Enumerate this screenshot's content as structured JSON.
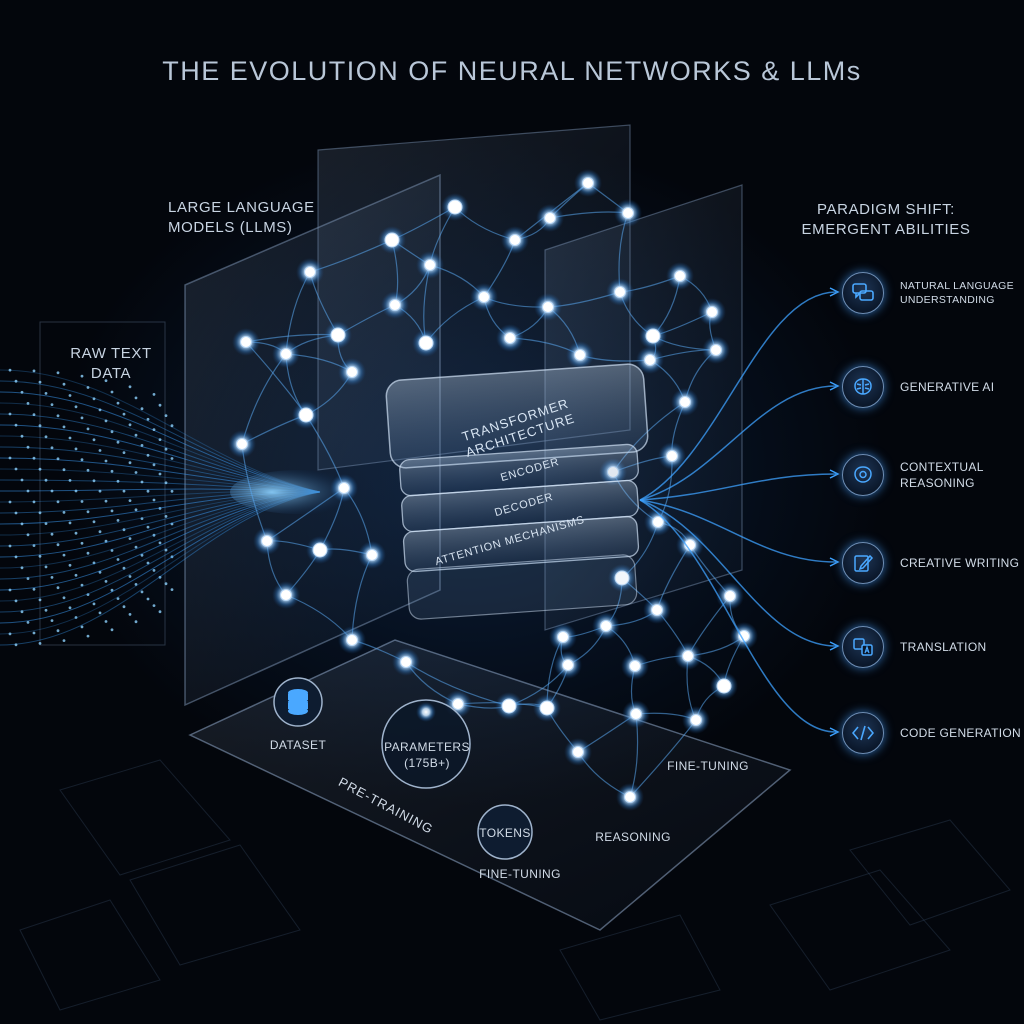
{
  "title": "THE EVOLUTION OF NEURAL NETWORKS & LLMs",
  "labels": {
    "llm": "LARGE LANGUAGE MODELS (LLMs)",
    "raw_text": "RAW TEXT DATA",
    "paradigm": "PARADIGM SHIFT: EMERGENT ABILITIES"
  },
  "transformer": {
    "title": "TRANSFORMER ARCHITECTURE",
    "layers": [
      "ENCODER",
      "DECODER",
      "ATTENTION MECHANISMS"
    ]
  },
  "platform": {
    "dataset": "DATASET",
    "parameters": "PARAMETERS (175B+)",
    "tokens": "TOKENS",
    "reasoning": "REASONING",
    "fine_tuning_right": "FINE-TUNING",
    "fine_tuning_bottom": "FINE-TUNING",
    "pre_training": "PRE-TRAINING"
  },
  "abilities": [
    {
      "label": "NATURAL LANGUAGE UNDERSTANDING",
      "icon": "chat-bubbles-icon"
    },
    {
      "label": "GENERATIVE AI",
      "icon": "brain-icon"
    },
    {
      "label": "CONTEXTUAL REASONING",
      "icon": "brain-gear-icon"
    },
    {
      "label": "CREATIVE WRITING",
      "icon": "pencil-note-icon"
    },
    {
      "label": "TRANSLATION",
      "icon": "translate-icon"
    },
    {
      "label": "CODE GENERATION",
      "icon": "code-brackets-icon"
    }
  ],
  "colors": {
    "background": "#04070d",
    "glow": "#3da2ff",
    "node": "#ffffff",
    "edge": "#5aa8f0",
    "text": "#c8d4e2"
  }
}
